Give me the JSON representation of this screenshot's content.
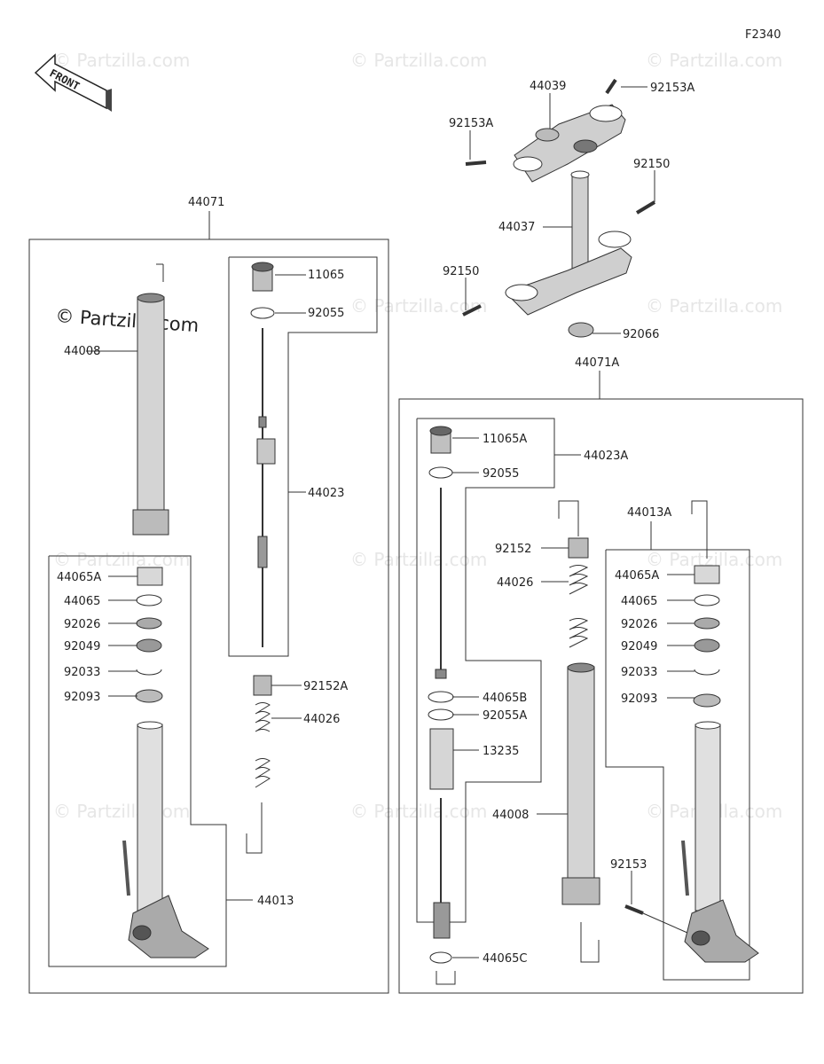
{
  "figure_code": "F2340",
  "front_arrow": "FRONT",
  "copyright_main": "© Partzilla.com",
  "watermarks": [
    "© Partzilla.com",
    "© Partzilla.com",
    "© Partzilla.com",
    "© Partzilla.com",
    "© Partzilla.com",
    "© Partzilla.com",
    "© Partzilla.com",
    "© Partzilla.com",
    "© Partzilla.com",
    "© Partzilla.com",
    "© Partzilla.com"
  ],
  "labels": {
    "l44039": "44039",
    "l92153A_top": "92153A",
    "l92153A_left": "92153A",
    "l92150_top": "92150",
    "l44037": "44037",
    "l92150_left": "92150",
    "l92066": "92066",
    "l44071": "44071",
    "l44071A": "44071A",
    "l11065": "11065",
    "l92055": "92055",
    "l44008_left": "44008",
    "l44023": "44023",
    "l44065A_left": "44065A",
    "l44065_left": "44065",
    "l92026_left": "92026",
    "l92049_left": "92049",
    "l92033_left": "92033",
    "l92093_left": "92093",
    "l92152A": "92152A",
    "l44026_left": "44026",
    "l44013": "44013",
    "l11065A": "11065A",
    "l44023A": "44023A",
    "l92055_right": "92055",
    "l92152": "92152",
    "l44026_right": "44026",
    "l44013A": "44013A",
    "l44065A_right": "44065A",
    "l44065_right": "44065",
    "l92026_right": "92026",
    "l92049_right": "92049",
    "l92033_right": "92033",
    "l92093_right": "92093",
    "l44065B": "44065B",
    "l92055A": "92055A",
    "l13235": "13235",
    "l44008_right": "44008",
    "l92153": "92153",
    "l44065C": "44065C"
  },
  "colors": {
    "line": "#333333",
    "part_fill": "#d9d9d9",
    "part_dark": "#9a9a9a",
    "watermark": "#e6e6e6"
  }
}
